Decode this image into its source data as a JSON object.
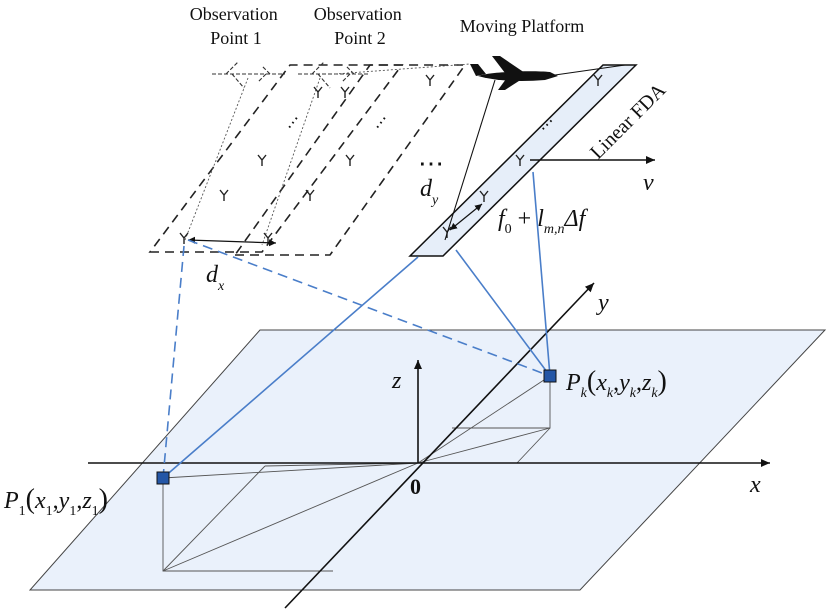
{
  "labels": {
    "observation_point_1": [
      "Observation",
      "Point 1"
    ],
    "observation_point_2": [
      "Observation",
      "Point 2"
    ],
    "moving_platform": "Moving Platform",
    "linear_fda": "Linear FDA",
    "velocity": "v",
    "spacing_x": "d",
    "spacing_x_sub": "x",
    "spacing_y": "d",
    "spacing_y_sub": "y",
    "frequency": {
      "f": "f",
      "f_sub": "0",
      "plus": " + ",
      "l": "l",
      "l_sub": "m,n",
      "delta": "Δf"
    },
    "ellipsis_dots": "⋯",
    "ellipsis_array": "⋯",
    "axis_x": "x",
    "axis_y": "y",
    "axis_z": "z",
    "origin": "0",
    "point_k": {
      "name": "P",
      "name_sub": "k",
      "open": "(",
      "x": "x",
      "x_sub": "k",
      "y": "y",
      "y_sub": "k",
      "z": "z",
      "z_sub": "k",
      "close": ")",
      "comma": ","
    },
    "point_1": {
      "name": "P",
      "name_sub": "1",
      "open": "(",
      "x": "x",
      "x_sub": "1",
      "y": "y",
      "y_sub": "1",
      "z": "z",
      "z_sub": "1",
      "close": ")",
      "comma": ","
    }
  },
  "colors": {
    "ground_plane": "#eaf1fb",
    "array_fill": "#e6eef9",
    "signal_line": "#4a7ec9",
    "target_marker": "#2456a6",
    "ink": "#111111"
  },
  "icons": [
    "aircraft-icon",
    "antenna-element-icon"
  ]
}
